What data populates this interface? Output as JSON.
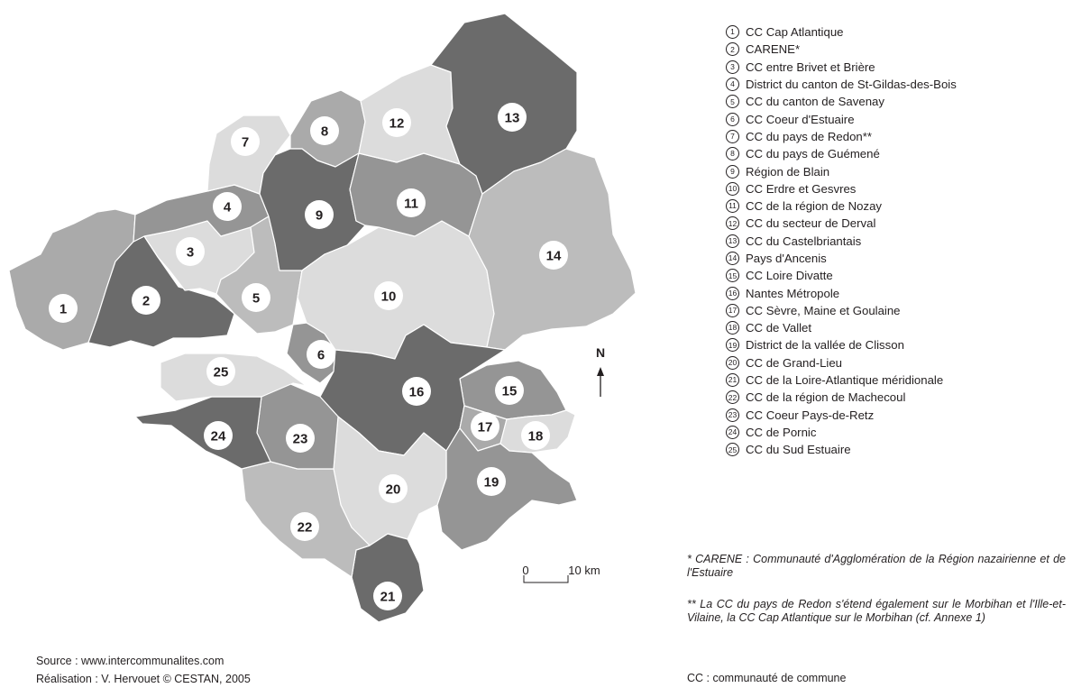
{
  "regions": [
    {
      "id": 1,
      "name": "CC Cap Atlantique",
      "shade": "#aaaaaa"
    },
    {
      "id": 2,
      "name": "CARENE*",
      "shade": "#6b6b6b"
    },
    {
      "id": 3,
      "name": "CC entre Brivet et Brière",
      "shade": "#dcdcdc"
    },
    {
      "id": 4,
      "name": "District du canton de St-Gildas-des-Bois",
      "shade": "#959595"
    },
    {
      "id": 5,
      "name": "CC du canton de Savenay",
      "shade": "#bcbcbc"
    },
    {
      "id": 6,
      "name": "CC Coeur d'Estuaire",
      "shade": "#959595"
    },
    {
      "id": 7,
      "name": "CC du pays de Redon**",
      "shade": "#dcdcdc"
    },
    {
      "id": 8,
      "name": "CC du pays de Guémené",
      "shade": "#aaaaaa"
    },
    {
      "id": 9,
      "name": "Région de Blain",
      "shade": "#6b6b6b"
    },
    {
      "id": 10,
      "name": "CC Erdre et Gesvres",
      "shade": "#dcdcdc"
    },
    {
      "id": 11,
      "name": "CC de la région de Nozay",
      "shade": "#959595"
    },
    {
      "id": 12,
      "name": "CC du secteur de Derval",
      "shade": "#dcdcdc"
    },
    {
      "id": 13,
      "name": "CC du Castelbriantais",
      "shade": "#6b6b6b"
    },
    {
      "id": 14,
      "name": "Pays d'Ancenis",
      "shade": "#bcbcbc"
    },
    {
      "id": 15,
      "name": "CC Loire Divatte",
      "shade": "#959595"
    },
    {
      "id": 16,
      "name": "Nantes Métropole",
      "shade": "#6b6b6b"
    },
    {
      "id": 17,
      "name": "CC Sèvre, Maine et Goulaine",
      "shade": "#aaaaaa"
    },
    {
      "id": 18,
      "name": "CC de Vallet",
      "shade": "#dcdcdc"
    },
    {
      "id": 19,
      "name": "District de la vallée de Clisson",
      "shade": "#959595"
    },
    {
      "id": 20,
      "name": "CC de Grand-Lieu",
      "shade": "#dcdcdc"
    },
    {
      "id": 21,
      "name": "CC de la Loire-Atlantique méridionale",
      "shade": "#6b6b6b"
    },
    {
      "id": 22,
      "name": "CC de la région de Machecoul",
      "shade": "#bcbcbc"
    },
    {
      "id": 23,
      "name": "CC Coeur Pays-de-Retz",
      "shade": "#959595"
    },
    {
      "id": 24,
      "name": "CC de Pornic",
      "shade": "#6b6b6b"
    },
    {
      "id": 25,
      "name": "CC du Sud Estuaire",
      "shade": "#dcdcdc"
    }
  ],
  "north_label": "N",
  "scale": {
    "start": "0",
    "end": "10 km"
  },
  "notes": {
    "carene": "* CARENE : Communauté d'Agglomération de la Région nazairienne et de l'Estuaire",
    "redon": "** La CC du pays de Redon s'étend également sur le Morbihan et l'Ille-et-Vilaine, la CC Cap Atlantique sur le Morbihan (cf. Annexe 1)",
    "cc": "CC : communauté de commune"
  },
  "footer": {
    "source": "Source : www.intercommunalites.com",
    "credit": "Réalisation : V. Hervouet © CESTAN, 2005"
  }
}
